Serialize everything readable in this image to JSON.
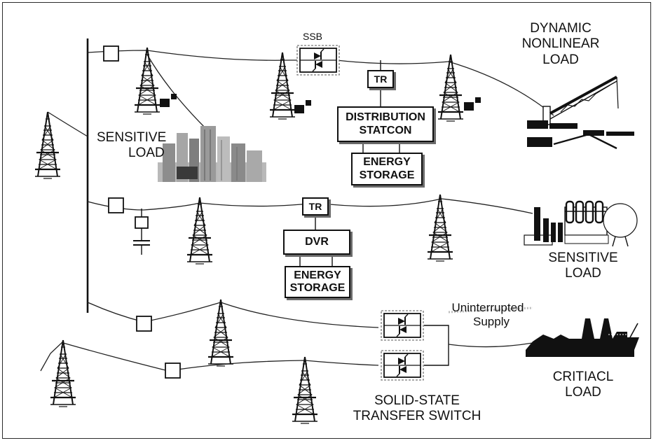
{
  "labels": {
    "ssb": "SSB",
    "dynamic_nonlinear_load": [
      "DYNAMIC",
      "NONLINEAR",
      "LOAD"
    ],
    "sensitive_load_top": [
      "SENSITIVE",
      "LOAD"
    ],
    "sensitive_load_right": [
      "SENSITIVE",
      "LOAD"
    ],
    "uninterrupted_supply": [
      "Uninterrupted",
      "Supply"
    ],
    "critical_load": [
      "CRITIACL",
      "LOAD"
    ],
    "ssts": [
      "SOLID-STATE",
      "TRANSFER SWITCH"
    ]
  },
  "boxes": {
    "tr_top": "TR",
    "distribution_statcon": [
      "DISTRIBUTION",
      "STATCON"
    ],
    "energy_storage_top": [
      "ENERGY",
      "STORAGE"
    ],
    "tr_mid": "TR",
    "dvr": "DVR",
    "energy_storage_mid": [
      "ENERGY",
      "STORAGE"
    ]
  }
}
